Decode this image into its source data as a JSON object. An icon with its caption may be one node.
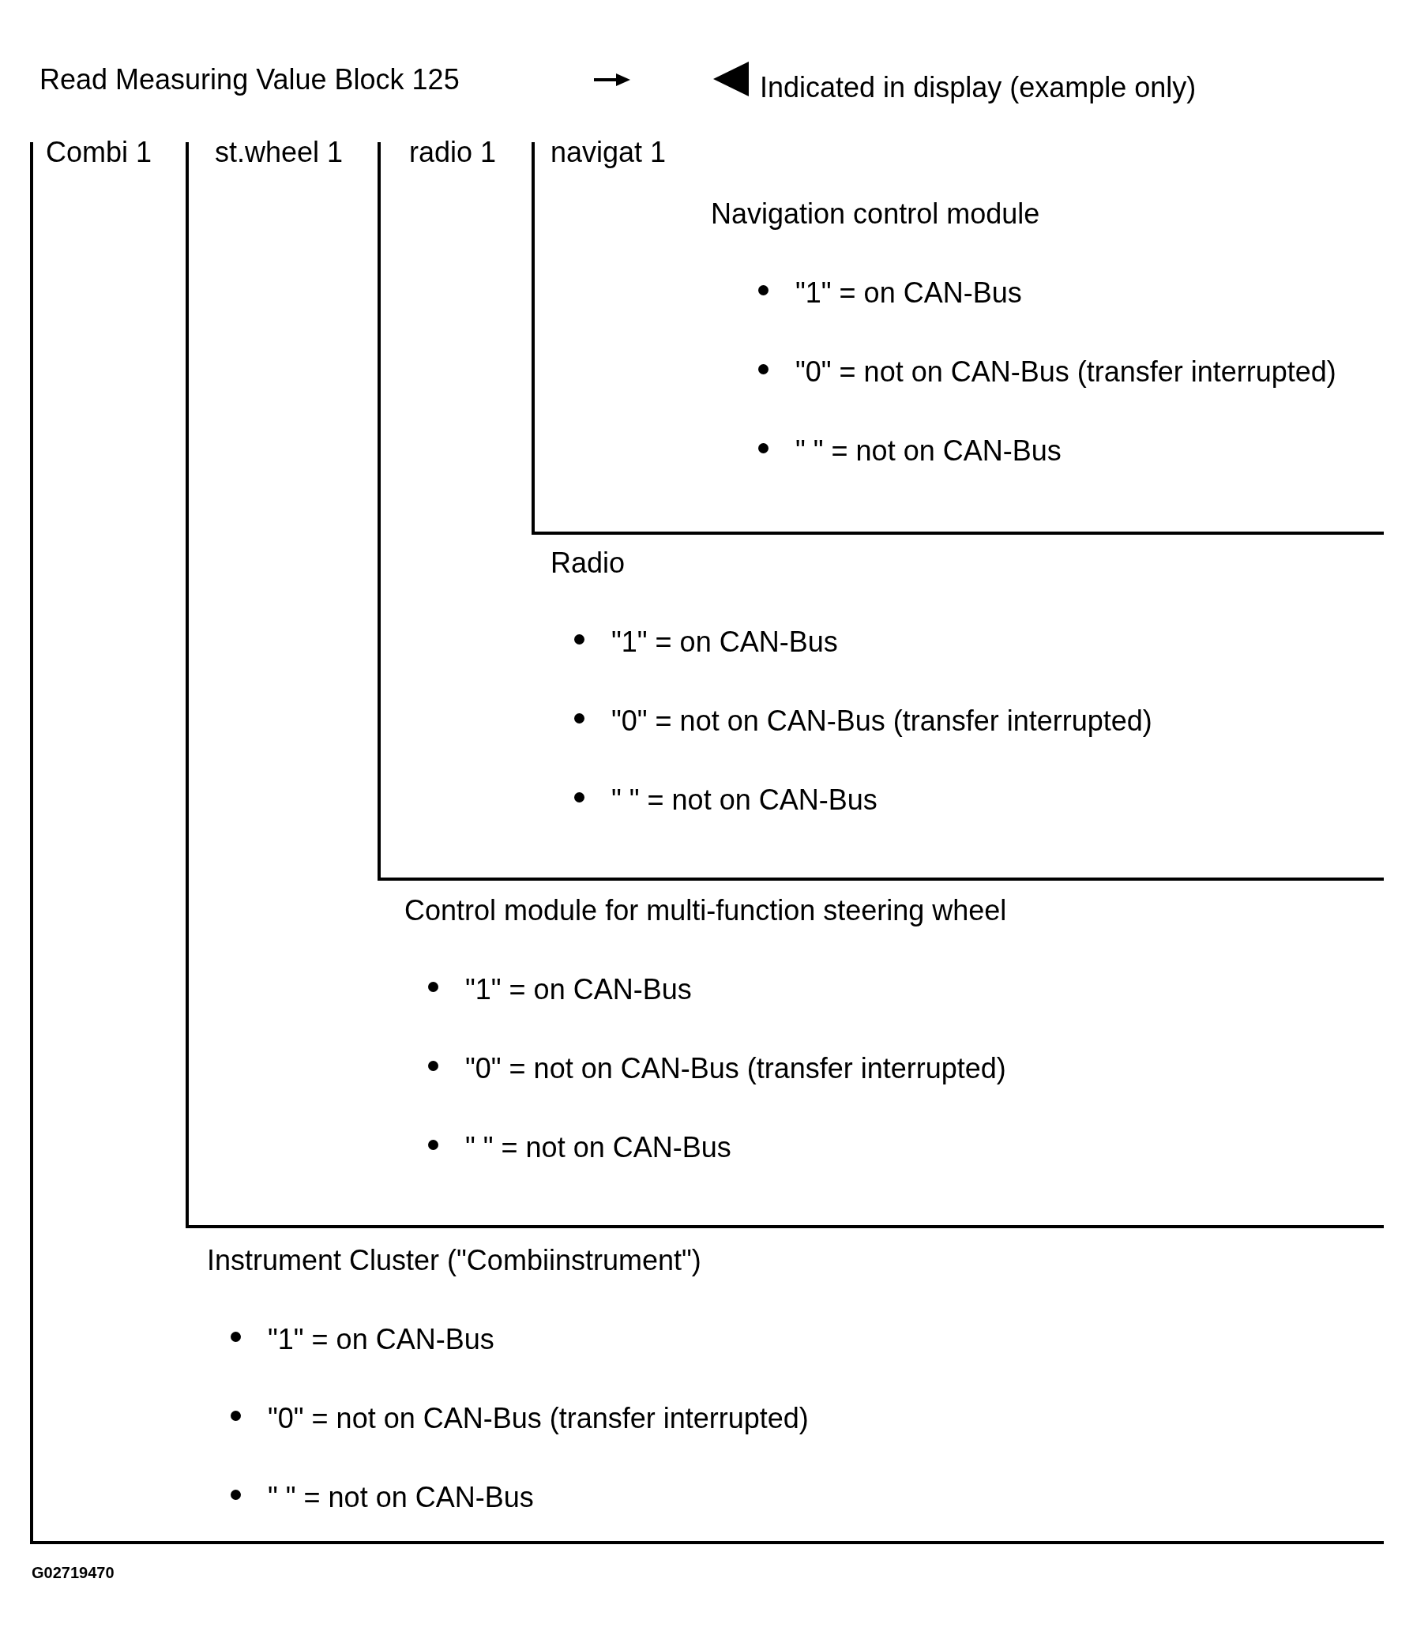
{
  "diagram": {
    "nodes": [
      {
        "text": [
          "Combi 1"
        ]
      },
      {
        "text": [
          "st.wheel 1"
        ]
      },
      {
        "text": [
          "radio 1"
        ]
      },
      {
        "text": [
          "navigat 1"
        ]
      },
      {
        "text": [
          "Navigation control module",
          "\"1\" = on CAN-Bus",
          "\"0\" = not on CAN-Bus (transfer interrupted)",
          "\" \" = not on CAN-Bus"
        ]
      },
      {
        "text": [
          "Radio",
          "\"1\" = on CAN-Bus",
          "\"0\" = not on CAN-Bus (transfer interrupted)",
          "\" \" = not on CAN-Bus"
        ]
      },
      {
        "text": [
          "Control module for multi-function steering wheel",
          "\"1\" = on CAN-Bus",
          "\"0\" = not on CAN-Bus (transfer interrupted)",
          "\" \" = not on CAN-Bus"
        ]
      },
      {
        "text": [
          "Instrument Cluster (\"Combiinstrument\")",
          "\"1\" = on CAN-Bus",
          "\"0\" = not on CAN-Bus (transfer interrupted)",
          "\" \" = not on CAN-Bus"
        ]
      }
    ],
    "edges": [
      {
        "from": 3,
        "to": 4,
        "arrow": "none"
      },
      {
        "from": 2,
        "to": 5,
        "arrow": "none"
      },
      {
        "from": 1,
        "to": 6,
        "arrow": "none"
      },
      {
        "from": 0,
        "to": 7,
        "arrow": "none"
      }
    ],
    "labels": [
      "Read Measuring Value Block 125",
      "Indicated in display (example only)",
      "G02719470"
    ]
  }
}
